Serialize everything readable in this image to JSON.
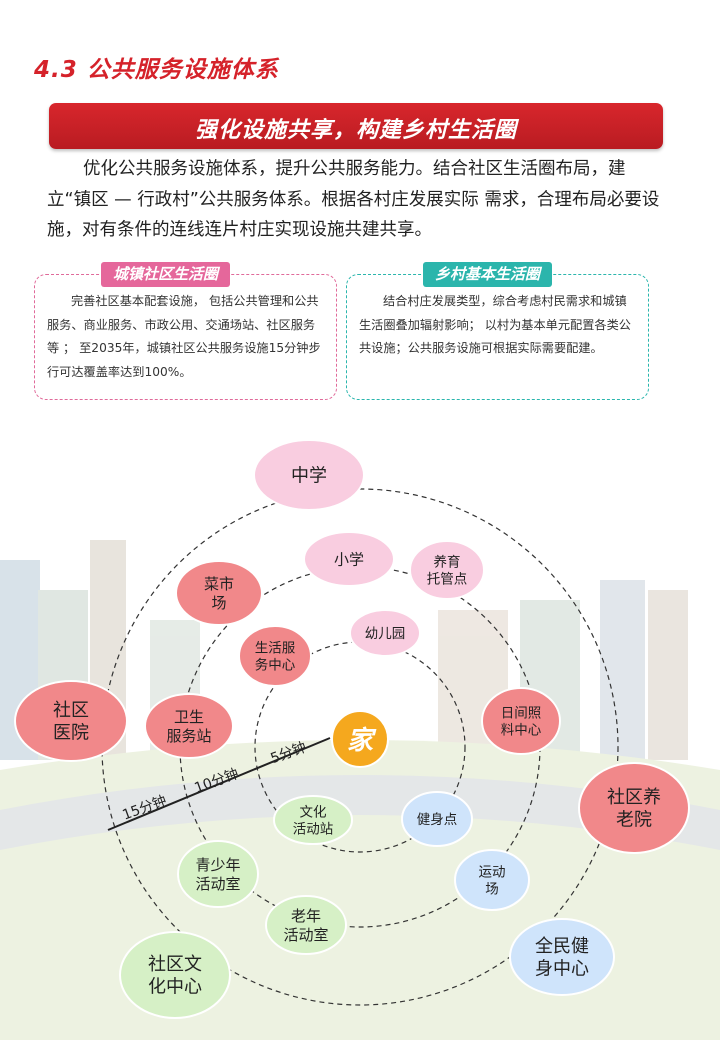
{
  "section": {
    "number": "4.3",
    "title": "公共服务设施体系"
  },
  "banner": {
    "title": "强化设施共享，构建乡村生活圈"
  },
  "intro": {
    "text": "优化公共服务设施体系，提升公共服务能力。结合社区生活圈布局，建立“镇区 — 行政村”公共服务体系。根据各村庄发展实际 需求，合理布局必要设施，对有条件的连线连片村庄实现设施共建共享。"
  },
  "town_box": {
    "label": "城镇社区生活圈",
    "text": "完善社区基本配套设施， 包括公共管理和公共服务、商业服务、市政公用、交通场站、社区服务等 ； 至2035年，城镇社区公共服务设施15分钟步行可达覆盖率达到100%。"
  },
  "village_box": {
    "label": "乡村基本生活圈",
    "text": "结合村庄发展类型，综合考虑村民需求和城镇生活圈叠加辐射影响； 以村为基本单元配置各类公共设施；公共服务设施可根据实际需要配建。"
  },
  "diagram": {
    "center": "家",
    "rings": [
      "5分钟",
      "10分钟",
      "15分钟"
    ],
    "colors": {
      "pink": "#f9cde0",
      "red": "#f1888a",
      "green": "#d6f0c6",
      "blue": "#cfe4fb",
      "center": "#f5a81e"
    },
    "nodes": [
      {
        "name": "中学",
        "lines": [
          "中学"
        ],
        "color": "pink"
      },
      {
        "name": "小学",
        "lines": [
          "小学"
        ],
        "color": "pink"
      },
      {
        "name": "养育托管点",
        "lines": [
          "养育",
          "托管点"
        ],
        "color": "pink"
      },
      {
        "name": "幼儿园",
        "lines": [
          "幼儿园"
        ],
        "color": "pink"
      },
      {
        "name": "菜市场",
        "lines": [
          "菜市",
          "场"
        ],
        "color": "red"
      },
      {
        "name": "生活服务中心",
        "lines": [
          "生活服",
          "务中心"
        ],
        "color": "red"
      },
      {
        "name": "社区医院",
        "lines": [
          "社区",
          "医院"
        ],
        "color": "red"
      },
      {
        "name": "卫生服务站",
        "lines": [
          "卫生",
          "服务站"
        ],
        "color": "red"
      },
      {
        "name": "日间照料中心",
        "lines": [
          "日间照",
          "料中心"
        ],
        "color": "red"
      },
      {
        "name": "社区养老院",
        "lines": [
          "社区养",
          "老院"
        ],
        "color": "red"
      },
      {
        "name": "文化活动站",
        "lines": [
          "文化",
          "活动站"
        ],
        "color": "green"
      },
      {
        "name": "青少年活动室",
        "lines": [
          "青少年",
          "活动室"
        ],
        "color": "green"
      },
      {
        "name": "老年活动室",
        "lines": [
          "老年",
          "活动室"
        ],
        "color": "green"
      },
      {
        "name": "社区文化中心",
        "lines": [
          "社区文",
          "化中心"
        ],
        "color": "green"
      },
      {
        "name": "健身点",
        "lines": [
          "健身点"
        ],
        "color": "blue"
      },
      {
        "name": "运动场",
        "lines": [
          "运动",
          "场"
        ],
        "color": "blue"
      },
      {
        "name": "全民健身中心",
        "lines": [
          "全民健",
          "身中心"
        ],
        "color": "blue"
      }
    ]
  }
}
